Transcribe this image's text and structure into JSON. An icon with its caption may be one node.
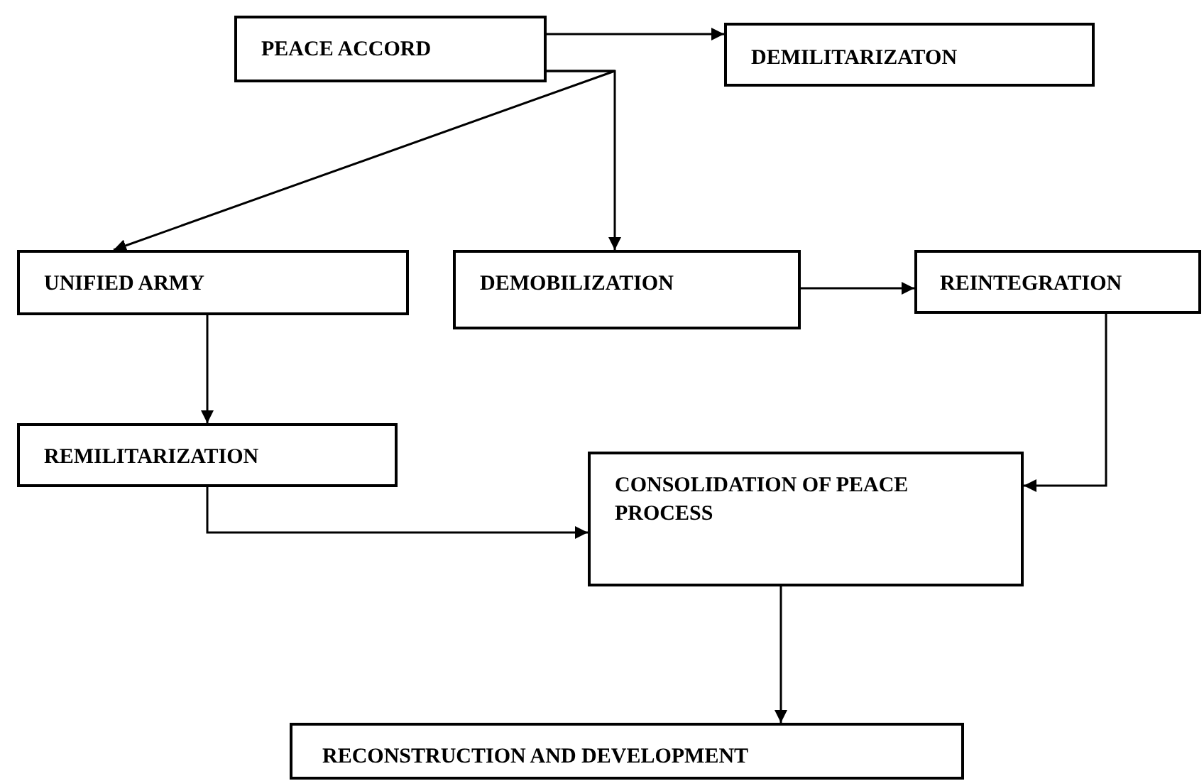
{
  "diagram": {
    "nodes": [
      {
        "text": [
          "PEACE ACCORD"
        ]
      },
      {
        "text": [
          "DEMILITARIZATON"
        ]
      },
      {
        "text": [
          "UNIFIED ARMY"
        ]
      },
      {
        "text": [
          "DEMOBILIZATION"
        ]
      },
      {
        "text": [
          "REINTEGRATION"
        ]
      },
      {
        "text": [
          "REMILITARIZATION"
        ]
      },
      {
        "text": [
          "CONSOLIDATION OF PEACE PROCESS"
        ]
      },
      {
        "text": [
          "RECONSTRUCTION AND DEVELOPMENT"
        ]
      }
    ],
    "edges": [
      {
        "from": 0,
        "to": 1,
        "arrow": "to"
      },
      {
        "from": 0,
        "to": 2,
        "arrow": "to"
      },
      {
        "from": 0,
        "to": 3,
        "arrow": "to"
      },
      {
        "from": 3,
        "to": 4,
        "arrow": "to"
      },
      {
        "from": 2,
        "to": 5,
        "arrow": "to"
      },
      {
        "from": 5,
        "to": 6,
        "arrow": "to"
      },
      {
        "from": 4,
        "to": 6,
        "arrow": "to"
      },
      {
        "from": 6,
        "to": 7,
        "arrow": "to"
      }
    ]
  }
}
